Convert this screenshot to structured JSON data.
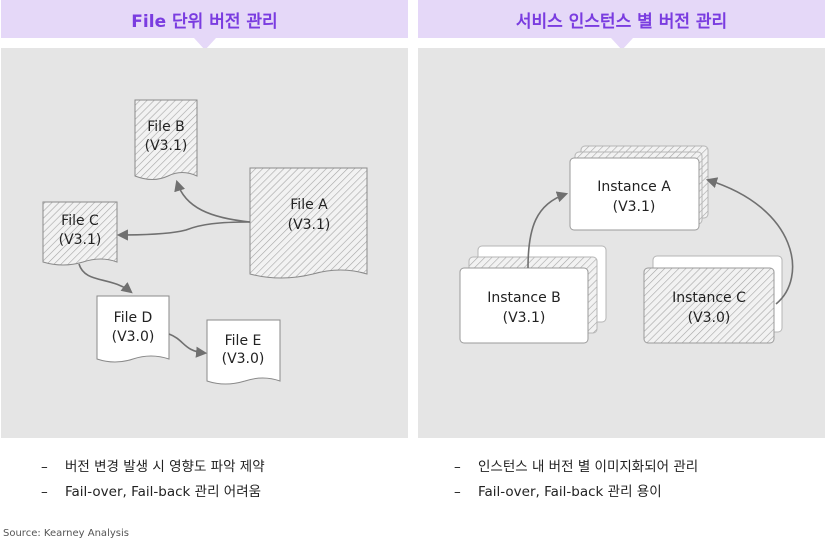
{
  "left": {
    "title": "File 단위 버전 관리",
    "files": [
      {
        "name": "File B",
        "version": "(V3.1)"
      },
      {
        "name": "File A",
        "version": "(V3.1)"
      },
      {
        "name": "File C",
        "version": "(V3.1)"
      },
      {
        "name": "File D",
        "version": "(V3.0)"
      },
      {
        "name": "File E",
        "version": "(V3.0)"
      }
    ],
    "bullets": [
      "버전 변경 발생 시 영향도 파악 제약",
      "Fail-over, Fail-back 관리 어려움"
    ]
  },
  "right": {
    "title": "서비스 인스턴스 별 버전 관리",
    "instances": [
      {
        "name": "Instance A",
        "version": "(V3.1)"
      },
      {
        "name": "Instance B",
        "version": "(V3.1)"
      },
      {
        "name": "Instance C",
        "version": "(V3.0)"
      }
    ],
    "bullets": [
      "인스턴스 내 버전 별 이미지화되어 관리",
      "Fail-over, Fail-back 관리 용이"
    ]
  },
  "bullet_marker": "–",
  "source": "Source: Kearney Analysis"
}
